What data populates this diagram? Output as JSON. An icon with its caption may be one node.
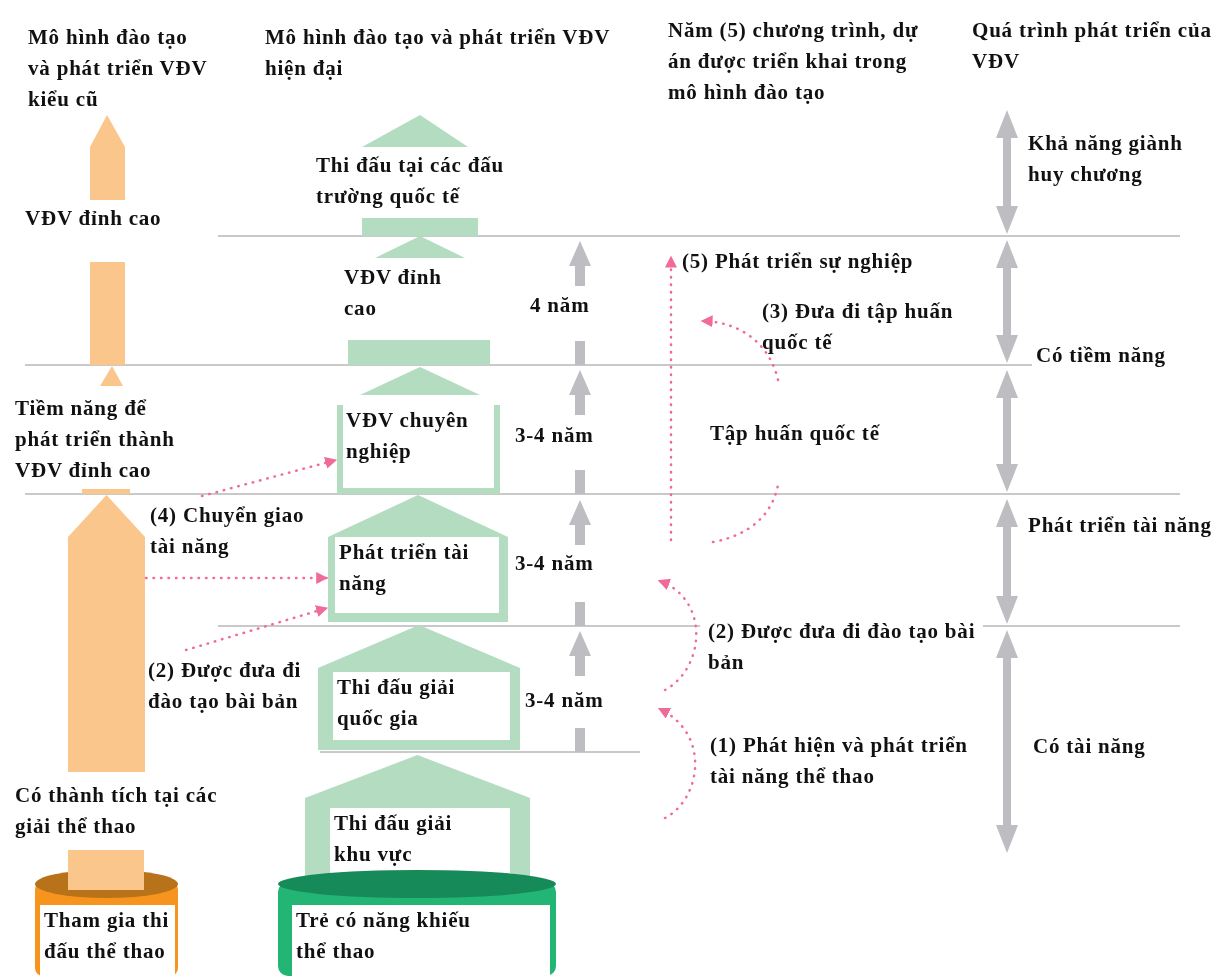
{
  "diagram": {
    "nodes": [
      {
        "text": [],
        "shape": "arrow"
      },
      {
        "text": [
          "Tham gia thi đấu thể thao"
        ]
      },
      {
        "text": [
          "Thi đấu tại các đấu trường quốc tế"
        ]
      },
      {
        "text": [
          "VĐV đỉnh cao"
        ]
      },
      {
        "text": [
          "VĐV chuyên nghiệp"
        ]
      },
      {
        "text": [
          "Phát triển tài năng"
        ]
      },
      {
        "text": [
          "Thi đấu giải quốc gia"
        ]
      },
      {
        "text": [
          "Thi đấu giải khu vực"
        ]
      },
      {
        "text": [
          "Trẻ có năng khiếu thể thao"
        ]
      }
    ],
    "edges": [
      {
        "from": 0,
        "to": 5,
        "arrow": "to"
      },
      {
        "from": null,
        "to": 5,
        "arrow": "to"
      },
      {
        "from": null,
        "to": 4,
        "arrow": "to"
      }
    ],
    "labels": [
      "Mô hình đào tạo và phát triển VĐV kiểu cũ",
      "Mô hình đào tạo và phát triển VĐV hiện đại",
      "Năm (5) chương trình, dự án được triển khai trong mô hình đào tạo",
      "Quá trình phát triển của VĐV",
      "VĐV đỉnh cao",
      "Khả năng giành huy chương",
      "4 năm",
      "(5) Phát triển sự nghiệp",
      "(3) Đưa đi tập huấn quốc tế",
      "Có tiềm năng",
      "Tiềm năng để phát triển thành VĐV đỉnh cao",
      "3-4 năm",
      "Tập huấn quốc tế",
      "(4) Chuyển giao tài năng",
      "3-4 năm",
      "Phát triển tài năng",
      "(2) Được đưa đi đào tạo bài bản",
      "(2) Được đưa đi đào tạo bài bản",
      "3-4 năm",
      "(1) Phát hiện và phát triển tài năng thể thao",
      "Có tài năng",
      "Có thành tích tại các giải thể thao"
    ]
  }
}
